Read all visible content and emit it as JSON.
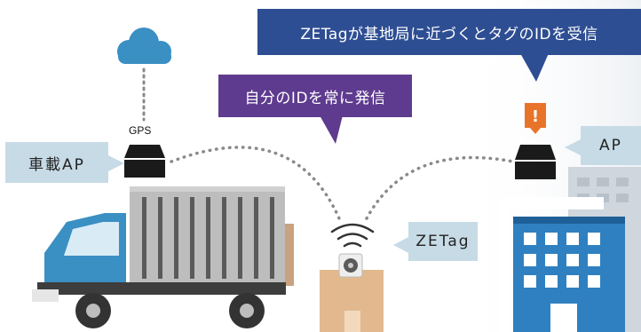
{
  "callouts": {
    "top": "ZETagが基地局に近づくとタグのIDを受信",
    "middle": "自分のIDを常に発信"
  },
  "labels": {
    "vehicle_ap": "車載AP",
    "gps": "GPS",
    "zetag": "ZETag",
    "ap": "AP",
    "alert_mark": "!"
  },
  "colors": {
    "callout_top": "#2e4e93",
    "callout_middle": "#5e3b8f",
    "label_bg": "#c7dbe6",
    "truck_cab": "#3a8fc3",
    "cloud": "#3a8fc3",
    "alert": "#e8742a",
    "building": "#2f80c0"
  }
}
